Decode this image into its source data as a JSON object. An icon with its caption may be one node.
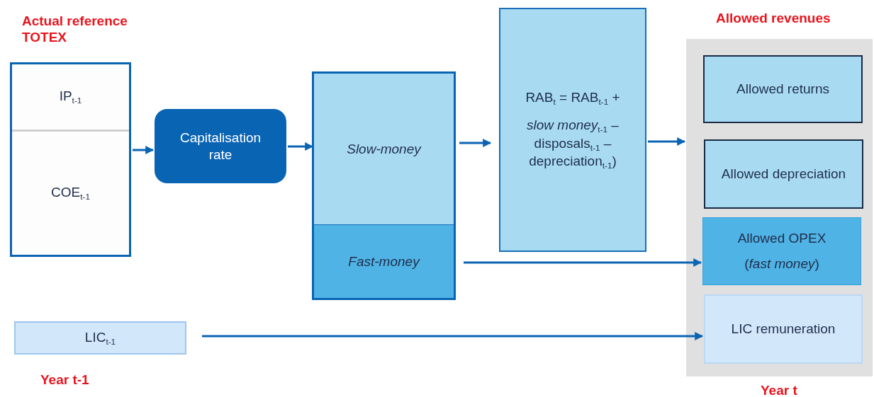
{
  "diagram": {
    "nodes": [
      {
        "text": [
          "Actual reference TOTEX"
        ]
      },
      {
        "text": [
          "IP$_{t-1}$"
        ],
        "in": 0
      },
      {
        "text": [
          "COE$_{t-1}$"
        ],
        "in": 0
      },
      {
        "text": [
          "Capitalisation rate"
        ]
      },
      {
        "text": [],
        "shape": "box"
      },
      {
        "text": [
          "Slow-money"
        ],
        "in": 4
      },
      {
        "text": [
          "Fast-money"
        ],
        "in": 4
      },
      {
        "text": [
          "RAB$_{t}$ = RAB$_{t-1}$ +",
          "*slow money*$_{t-1}$ – disposals$_{t-1}$ – depreciation$_{t-1}$)"
        ]
      },
      {
        "text": [
          "Allowed revenues"
        ]
      },
      {
        "text": [
          "Allowed returns"
        ],
        "in": 8
      },
      {
        "text": [
          "Allowed depreciation"
        ],
        "in": 8
      },
      {
        "text": [
          "Allowed OPEX",
          "(*fast money*)"
        ],
        "in": 8
      },
      {
        "text": [
          "LIC remuneration"
        ],
        "in": 8
      },
      {
        "text": [
          "LIC$_{t-1}$"
        ]
      }
    ],
    "edges": [
      {
        "from": 0,
        "to": 3,
        "arrow": "to"
      },
      {
        "from": 3,
        "to": 5,
        "arrow": "to"
      },
      {
        "from": 5,
        "to": 7,
        "arrow": "to"
      },
      {
        "from": 7,
        "to": 8,
        "arrow": "to"
      },
      {
        "from": 6,
        "to": 11,
        "arrow": "to"
      },
      {
        "from": 13,
        "to": 12,
        "arrow": "to"
      }
    ],
    "labels": [
      "Year t-1",
      "Year t"
    ]
  }
}
